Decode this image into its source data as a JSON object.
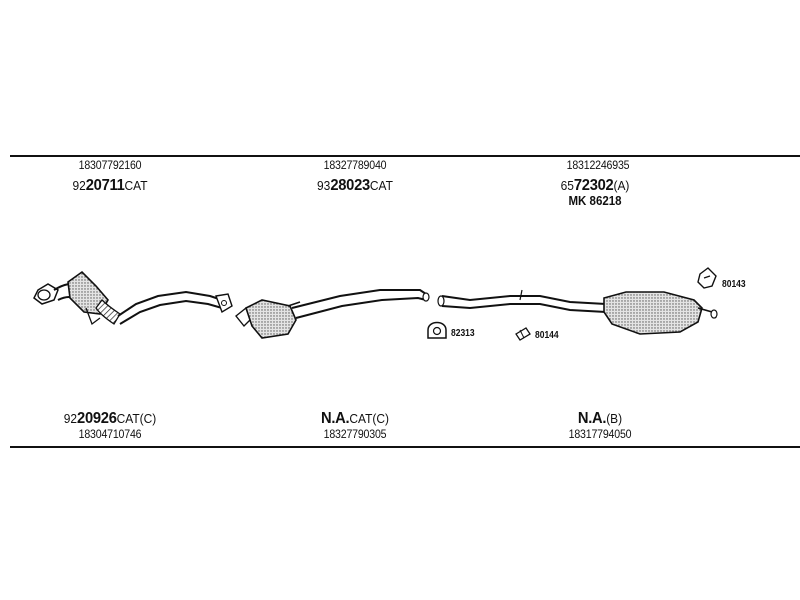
{
  "groups": [
    {
      "oe": "18307792160",
      "prefix": "92",
      "main": "20711",
      "suffix": "CAT"
    },
    {
      "oe": "18327789040",
      "prefix": "93",
      "main": "28023",
      "suffix": "CAT"
    },
    {
      "oe": "18312246935",
      "prefix": "65",
      "main": "72302",
      "suffix": "(A)",
      "extra": "MK  86218"
    },
    {
      "prefix": "92",
      "main": "20926",
      "suffix": "CAT(C)",
      "oe": "18304710746"
    },
    {
      "main": "N.A.",
      "suffix": "CAT(C)",
      "oe": "18327790305"
    },
    {
      "main": "N.A.",
      "suffix": "(B)",
      "oe": "18317794050"
    }
  ],
  "small_parts": [
    "80143",
    "82313",
    "80144"
  ]
}
